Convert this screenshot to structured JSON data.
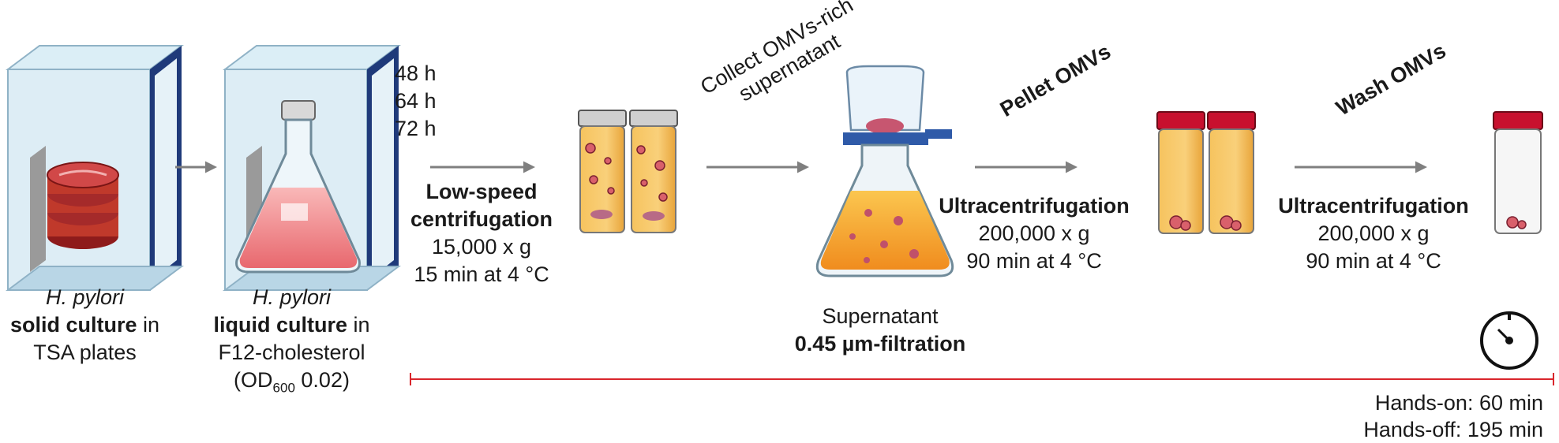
{
  "steps": {
    "solid": {
      "line1": "H. pylori",
      "line2_bold": "solid culture",
      "line2_rest": " in",
      "line3": "TSA plates"
    },
    "liquid": {
      "line1": "H. pylori",
      "line2_bold": "liquid culture",
      "line2_rest": " in",
      "line3": "F12-cholesterol",
      "line4_pre": "(OD",
      "line4_sub": "600",
      "line4_post": " 0.02)"
    },
    "times": [
      "48 h",
      "64 h",
      "72 h"
    ],
    "lowspeed": {
      "title1": "Low-speed",
      "title2": "centrifugation",
      "speed": "15,000 x g",
      "time": "15 min at 4 °C"
    },
    "collect": {
      "line1": "Collect OMVs-rich",
      "line2": "supernatant"
    },
    "filtration": {
      "line1": "Supernatant",
      "line2": "0.45 µm-filtration"
    },
    "pellet": {
      "heading": "Pellet OMVs",
      "title": "Ultracentrifugation",
      "speed": "200,000 x g",
      "time": "90 min at 4 °C"
    },
    "wash": {
      "heading": "Wash OMVs",
      "title": "Ultracentrifugation",
      "speed": "200,000 x g",
      "time": "90 min at 4 °C"
    }
  },
  "footer": {
    "hands_on": "Hands-on: 60 min",
    "hands_off": "Hands-off: 195 min"
  },
  "colors": {
    "timeline": "#d9262c",
    "arrow": "#7f7f7f",
    "box_edge": "#1f3a7a",
    "medium": "#f5b94a",
    "cap_red": "#c8102e"
  },
  "icons": [
    "incubator-icon",
    "petri-dish-icon",
    "flask-icon",
    "tube-icon",
    "filter-flask-icon",
    "timer-icon"
  ]
}
